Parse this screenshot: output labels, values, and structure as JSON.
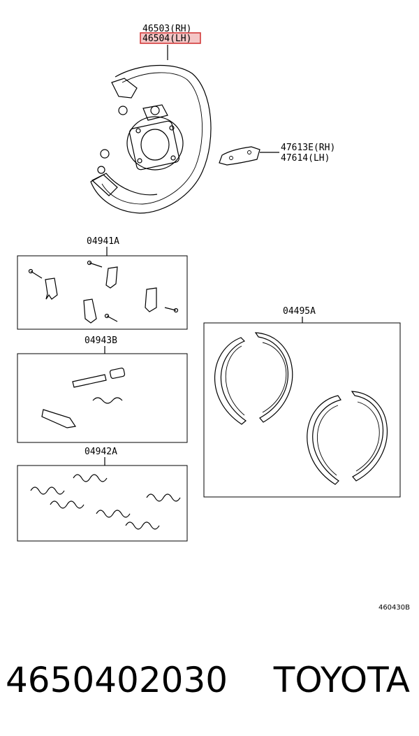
{
  "diagram": {
    "backing_plate": {
      "part_rh": "46503(RH)",
      "part_lh": "46504(LH)"
    },
    "plate_gasket": {
      "part_rh": "47613E(RH)",
      "part_lh": "47614(LH)"
    },
    "kit_04941A": {
      "label": "04941A"
    },
    "kit_04943B": {
      "label": "04943B"
    },
    "kit_04942A": {
      "label": "04942A"
    },
    "shoe_kit": {
      "label": "04495A"
    },
    "figure_ref": "460430B"
  },
  "caption": {
    "part_number": "4650402030",
    "brand": "TOYOTA"
  },
  "colors": {
    "highlight_fill": "#f4c6c6",
    "highlight_border": "#d23b3b",
    "line": "#000000"
  }
}
